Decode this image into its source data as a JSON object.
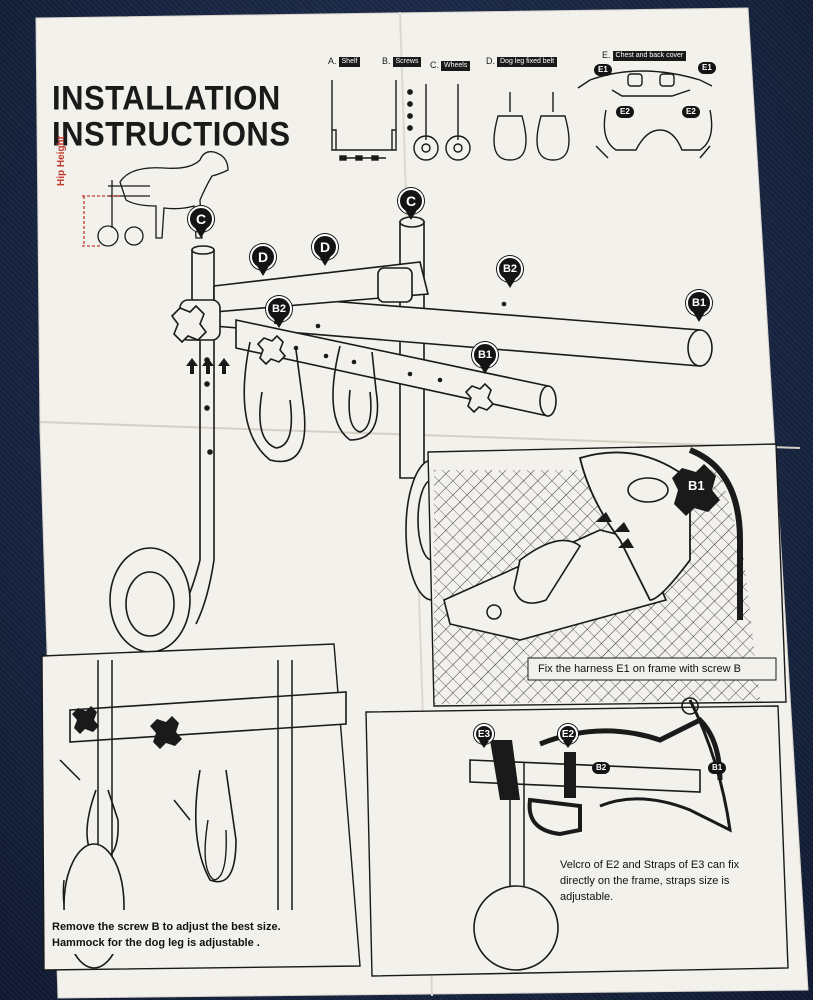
{
  "document": {
    "title_line1": "INSTALLATION",
    "title_line2": "INSTRUCTIONS",
    "hip_height_label": "Hip Height"
  },
  "parts": [
    {
      "letter": "A.",
      "name": "Shelf"
    },
    {
      "letter": "B.",
      "name": "Screws"
    },
    {
      "letter": "C.",
      "name": "Wheels"
    },
    {
      "letter": "D.",
      "name": "Dog leg fixed belt"
    },
    {
      "letter": "E.",
      "name": "Chest and back cover"
    }
  ],
  "callouts": {
    "c_left": "C",
    "c_right": "C",
    "d_left": "D",
    "d_right": "D",
    "b2_top": "B2",
    "b2_left": "B2",
    "b1_top": "B1",
    "b1_mid": "B1",
    "b1_detail": "B1",
    "e1_top_left": "E1",
    "e1_top_right": "E1",
    "e2_icon_left": "E2",
    "e2_icon_right": "E2",
    "e3": "E3",
    "e2": "E2",
    "b2_small": "B2",
    "b1_small": "B1"
  },
  "captions": {
    "harness": "Fix the harness E1 on frame with screw B",
    "velcro_line1": "Velcro of E2 and Straps of E3 can fix",
    "velcro_line2": "directly on the frame, straps size is",
    "velcro_line3": "adjustable.",
    "remove_line1": "Remove the screw B to adjust the best size.",
    "remove_line2": "Hammock for the dog leg is adjustable ."
  },
  "colors": {
    "paper": "#f3f1ec",
    "ink": "#1a1a1a",
    "accent_red": "#c0392b",
    "background_fabric": "#1c2a4a"
  }
}
